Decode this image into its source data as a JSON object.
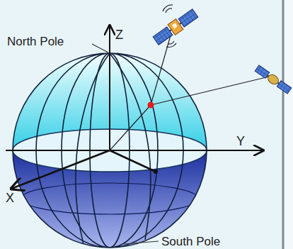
{
  "diagram": {
    "labels": [
      "North Pole",
      "Z",
      "Y",
      "X",
      "South Pole"
    ]
  }
}
